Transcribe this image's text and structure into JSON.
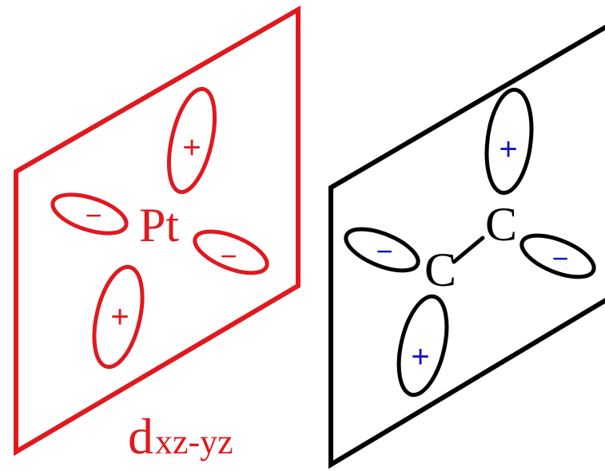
{
  "colors": {
    "red": "#e0191f",
    "blue": "#1414c8",
    "black": "#000000",
    "background": "#ffffff"
  },
  "metal_panel": {
    "atom_label": "Pt",
    "orbital_label_main": "d",
    "orbital_label_sub": "xz-yz",
    "lobes": [
      {
        "sign": "+"
      },
      {
        "sign": "−"
      },
      {
        "sign": "−"
      },
      {
        "sign": "+"
      }
    ]
  },
  "ligand_panel": {
    "atom_left_label": "C",
    "atom_right_label": "C",
    "lobes": [
      {
        "sign": "+"
      },
      {
        "sign": "−"
      },
      {
        "sign": "−"
      },
      {
        "sign": "+"
      }
    ]
  }
}
